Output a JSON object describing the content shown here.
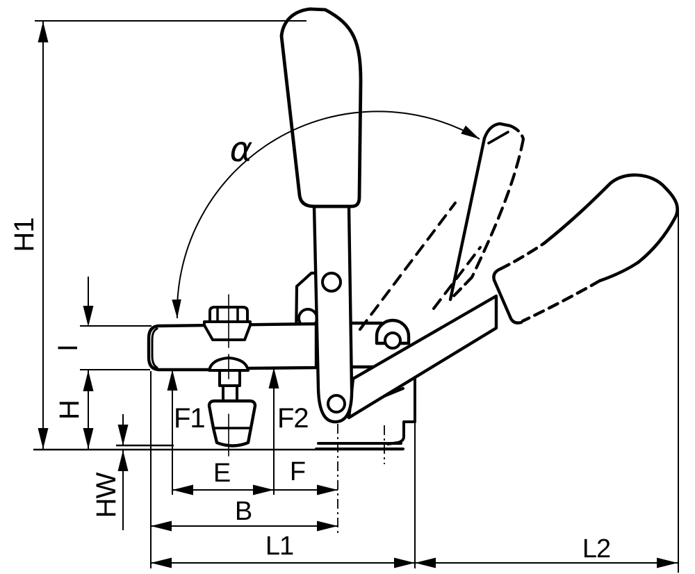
{
  "drawing": {
    "type": "technical-dimension-drawing",
    "subject": "vertical-toggle-clamp-side-view",
    "colors": {
      "line": "#000000",
      "background": "#ffffff"
    },
    "labels": {
      "h1": {
        "text": "H1"
      },
      "i": {
        "text": "I"
      },
      "h": {
        "text": "H"
      },
      "hw": {
        "text": "HW"
      },
      "f1": {
        "text": "F1"
      },
      "f2": {
        "text": "F2"
      },
      "e": {
        "text": "E"
      },
      "f": {
        "text": "F"
      },
      "b": {
        "text": "B"
      },
      "l1": {
        "text": "L1"
      },
      "l2": {
        "text": "L2"
      },
      "alpha": {
        "text": "α"
      }
    }
  }
}
